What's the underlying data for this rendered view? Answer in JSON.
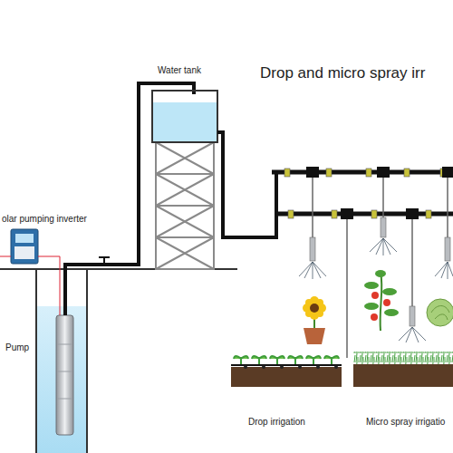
{
  "diagram": {
    "title": "Drop and micro spray irr",
    "labels": [
      "Water tank",
      "olar pumping inverter",
      "Pump",
      "Drop irrigation",
      "Micro spray irrigatio"
    ]
  }
}
